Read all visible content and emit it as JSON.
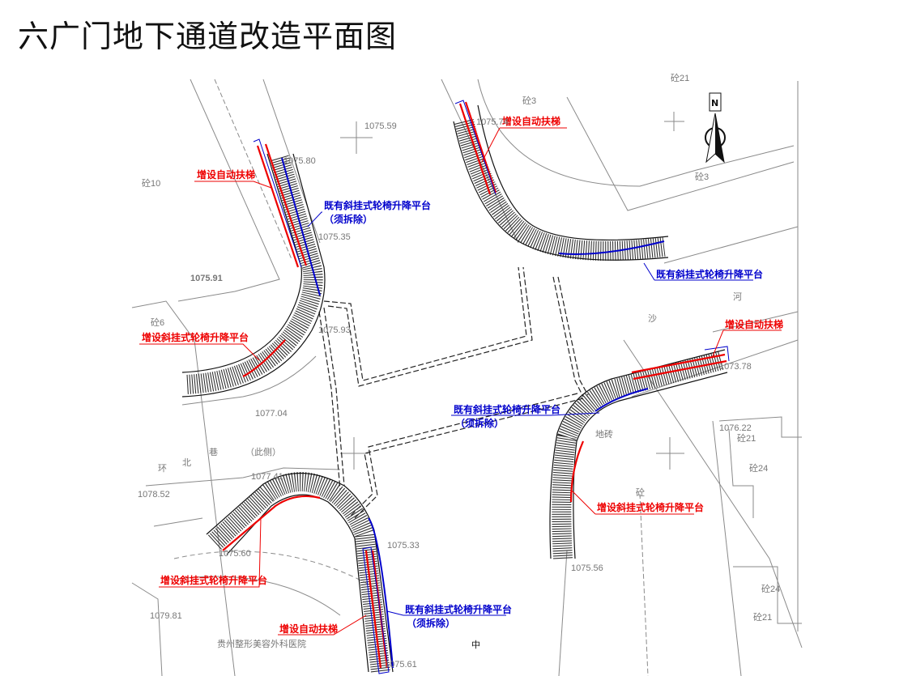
{
  "title": "六广门地下通道改造平面图",
  "labels": {
    "add_escalator": "增设自动扶梯",
    "add_lift": "增设斜挂式轮椅升降平台",
    "existing_lift": "既有斜挂式轮椅升降平台",
    "remove_note": "（须拆除）"
  },
  "places": {
    "c10": "砼10",
    "c6": "砼6",
    "c3a": "砼3",
    "c3b": "砼3",
    "c21top": "砼21",
    "c21a": "砼21",
    "c24a": "砼24",
    "c24b": "砼24",
    "c21b": "砼21",
    "c": "砼",
    "he": "河",
    "sha": "沙",
    "tiles": "地砖",
    "zhong": "中",
    "huan": "环",
    "bei": "北",
    "xiang": "巷",
    "side": "（此侧）",
    "hospital": "贵州整形美容外科医院",
    "north": "N"
  },
  "elevations": [
    "1075.59",
    "1075.80",
    "1075.35",
    "1075.91",
    "1075.93",
    "1077.04",
    "1075.74",
    "1073.78",
    "1076.22",
    "1075.56",
    "1077.41",
    "1078.52",
    "1075.60",
    "1079.81",
    "1075.33",
    "1075.61"
  ],
  "colors": {
    "new": "#e00000",
    "existing": "#0000cc",
    "base": "#8a8a8a"
  }
}
